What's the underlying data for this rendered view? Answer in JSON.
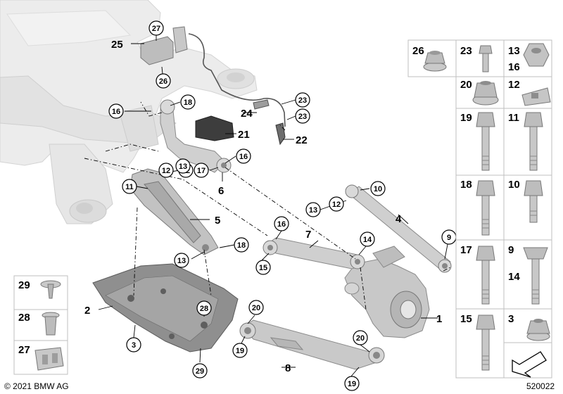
{
  "footer": {
    "copyright": "© 2021 BMW AG",
    "diagram_id": "520022"
  },
  "assembly_labels": {
    "l1": "1",
    "l2": "2",
    "l4": "4",
    "l5": "5",
    "l6": "6",
    "l7": "7",
    "l8": "8",
    "l21": "21",
    "l22": "22",
    "l24": "24",
    "l25": "25"
  },
  "callouts": {
    "c27": "27",
    "c26": "26",
    "c16a": "16",
    "c18a": "18",
    "c23a": "23",
    "c23b": "23",
    "c16b": "16",
    "c17": "17",
    "c12a": "12",
    "c13a": "13",
    "c11": "11",
    "c12b": "12",
    "c13b": "13",
    "c10": "10",
    "c16c": "16",
    "c14": "14",
    "c15": "15",
    "c13c": "13",
    "c18b": "18",
    "c9": "9",
    "c28": "28",
    "c3": "3",
    "c20a": "20",
    "c20b": "20",
    "c19a": "19",
    "c19b": "19",
    "c29": "29"
  },
  "parts_panel": {
    "right_cells": [
      {
        "label": "26",
        "part": "flange-nut"
      },
      {
        "label": "23",
        "part": "small-bolt"
      },
      {
        "label": "13",
        "label2": "16",
        "part": "hex-nut"
      },
      {
        "label": "20",
        "part": "collar-nut"
      },
      {
        "label": "12",
        "part": "washer-plate"
      },
      {
        "label": "19",
        "part": "long-bolt"
      },
      {
        "label": "11",
        "part": "long-bolt"
      },
      {
        "label": "18",
        "part": "torx-bolt"
      },
      {
        "label": "10",
        "part": "medium-bolt"
      },
      {
        "label": "17",
        "part": "long-bolt"
      },
      {
        "label": "9",
        "label2": "14",
        "part": "eccentric-bolt"
      },
      {
        "label": "15",
        "part": "medium-bolt"
      },
      {
        "label": "3",
        "part": "nut"
      }
    ],
    "left_cells": [
      {
        "label": "29",
        "part": "push-clip"
      },
      {
        "label": "28",
        "part": "expansion-nut"
      },
      {
        "label": "27",
        "part": "cable-clip"
      }
    ]
  }
}
